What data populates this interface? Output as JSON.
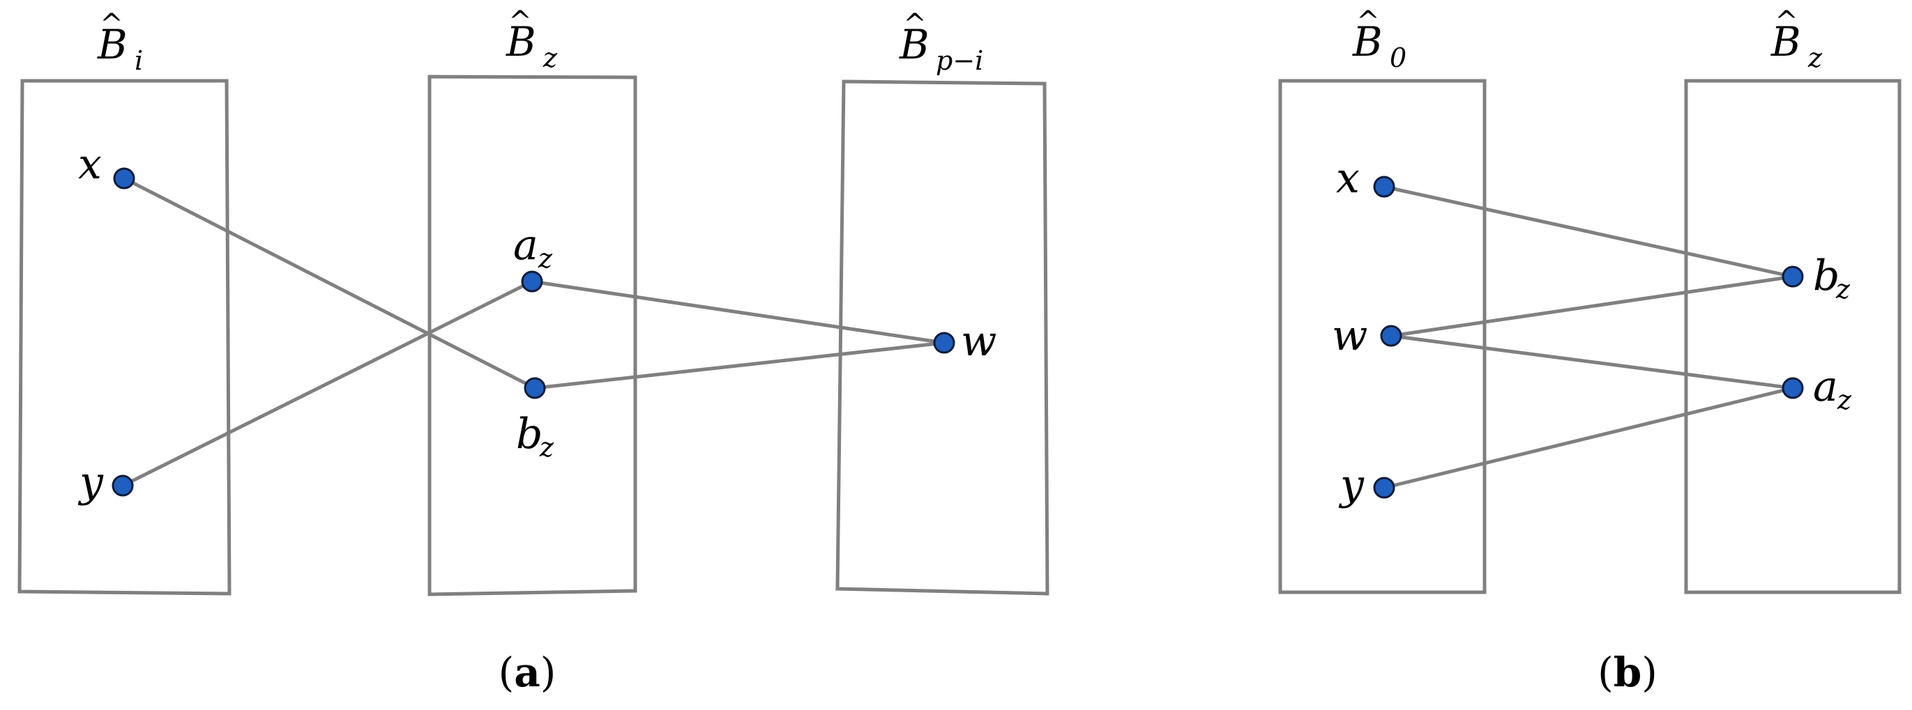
{
  "colors": {
    "box_stroke": "#808080",
    "edge_stroke": "#808080",
    "node_fill": "#1f5fbf",
    "node_stroke": "#0d1b3a"
  },
  "panel_a": {
    "caption_open": "(",
    "caption_letter": "a",
    "caption_close": ")",
    "boxes": [
      {
        "base": "B",
        "sub": "i"
      },
      {
        "base": "B",
        "sub": "z"
      },
      {
        "base": "B",
        "sub": "p−i"
      }
    ],
    "nodes": {
      "x": {
        "base": "x",
        "sub": ""
      },
      "y": {
        "base": "y",
        "sub": ""
      },
      "az": {
        "base": "a",
        "sub": "z"
      },
      "bz": {
        "base": "b",
        "sub": "z"
      },
      "w": {
        "base": "w",
        "sub": ""
      }
    },
    "edges": [
      [
        "x",
        "bz"
      ],
      [
        "y",
        "az"
      ],
      [
        "az",
        "w"
      ],
      [
        "bz",
        "w"
      ]
    ]
  },
  "panel_b": {
    "caption_open": "(",
    "caption_letter": "b",
    "caption_close": ")",
    "boxes": [
      {
        "base": "B",
        "sub": "0"
      },
      {
        "base": "B",
        "sub": "z"
      }
    ],
    "nodes": {
      "x": {
        "base": "x",
        "sub": ""
      },
      "w": {
        "base": "w",
        "sub": ""
      },
      "y": {
        "base": "y",
        "sub": ""
      },
      "bz": {
        "base": "b",
        "sub": "z"
      },
      "az": {
        "base": "a",
        "sub": "z"
      }
    },
    "edges": [
      [
        "x",
        "bz"
      ],
      [
        "w",
        "bz"
      ],
      [
        "w",
        "az"
      ],
      [
        "y",
        "az"
      ]
    ]
  }
}
